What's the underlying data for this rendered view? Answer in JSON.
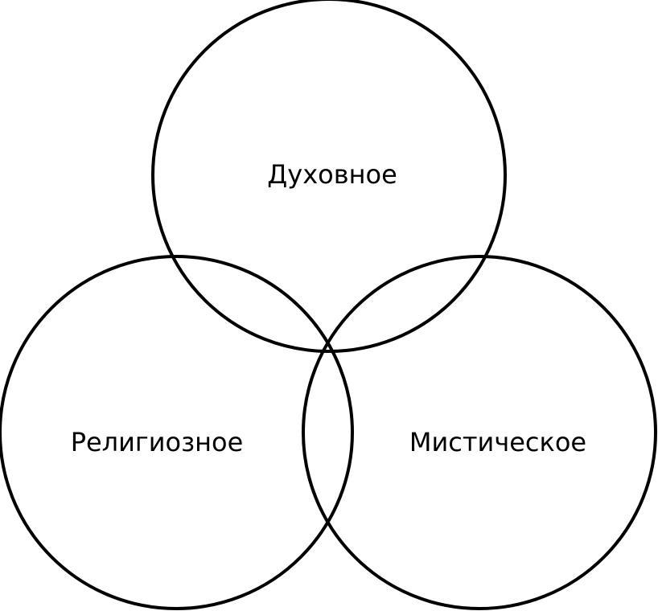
{
  "diagram": {
    "type": "venn",
    "sets": [
      {
        "id": "spiritual",
        "label": "Духовное"
      },
      {
        "id": "religious",
        "label": "Религиозное"
      },
      {
        "id": "mystical",
        "label": "Мистическое"
      }
    ],
    "colors": {
      "stroke": "#000000",
      "background": "#ffffff"
    }
  }
}
